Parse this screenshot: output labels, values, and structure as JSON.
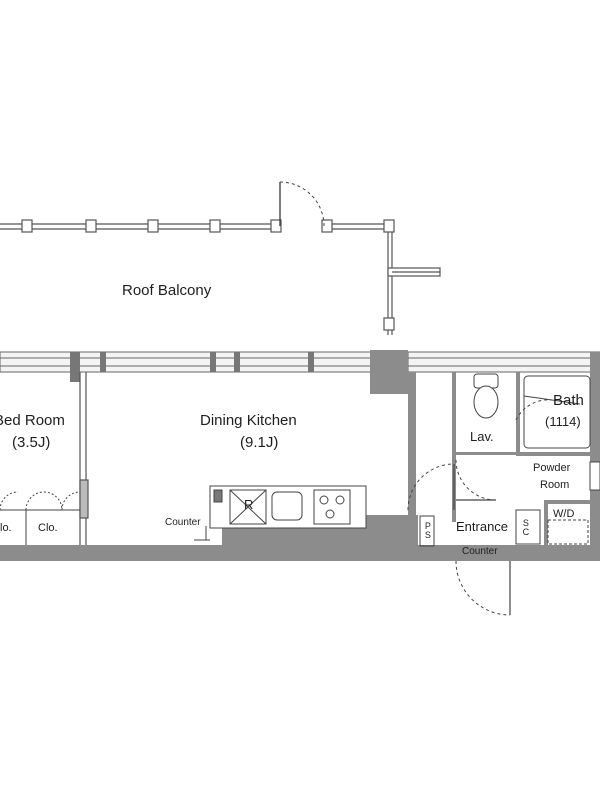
{
  "rooms": {
    "roof_balcony": "Roof Balcony",
    "bed_room": "Bed Room",
    "bed_room_size": "(3.5J)",
    "dining_kitchen": "Dining Kitchen",
    "dining_kitchen_size": "(9.1J)",
    "bath": "Bath",
    "bath_size": "(1114)",
    "lav": "Lav.",
    "powder_room_1": "Powder",
    "powder_room_2": "Room",
    "entrance": "Entrance",
    "wd": "W/D",
    "ps": "PS",
    "sc": "SC",
    "closet_1": "lo.",
    "closet_2": "Clo.",
    "counter_kitchen": "Counter",
    "counter_entrance": "Counter",
    "refrigerator": "R"
  },
  "colors": {
    "wall": "#8c8c8c",
    "line": "#555555",
    "background": "#ffffff"
  }
}
